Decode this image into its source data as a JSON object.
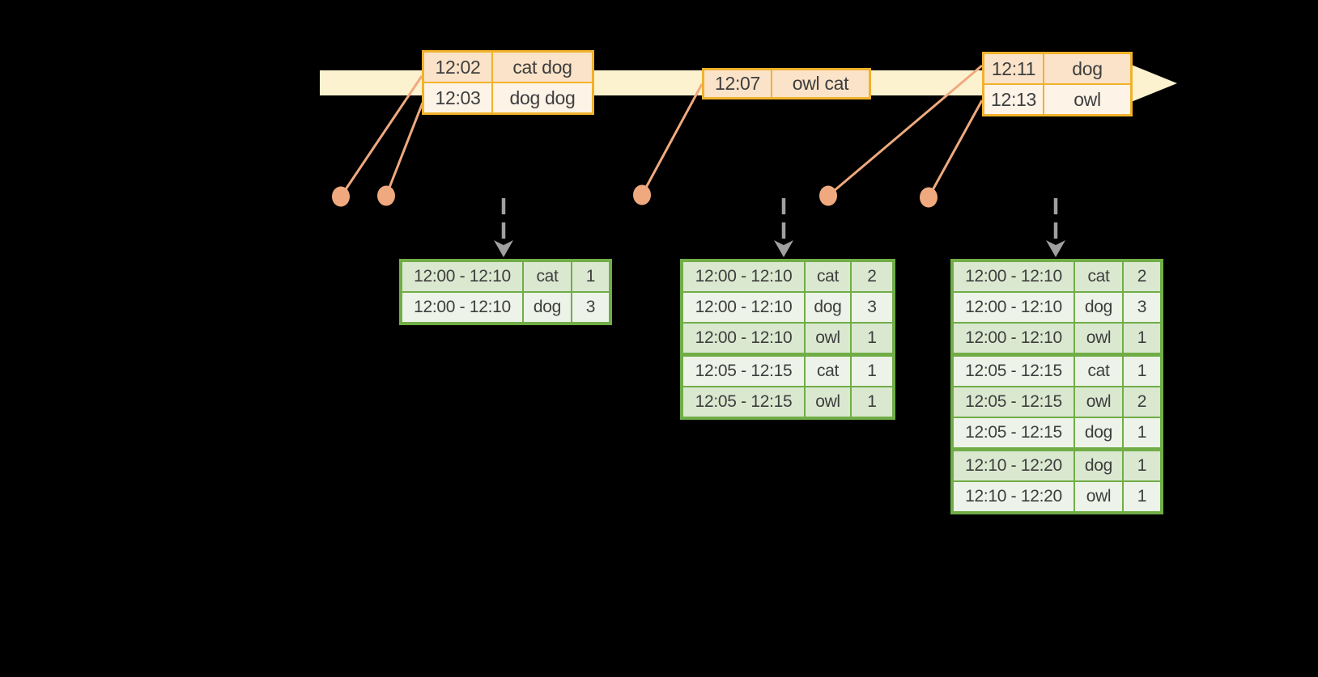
{
  "colors": {
    "background": "#000000",
    "timeline-fill": "#FCF2CF",
    "event-border": "#F1B22B",
    "event-row-dark": "#FAE3C8",
    "event-row-light": "#FDF3E7",
    "connector": "#F0A97E",
    "trigger-gray": "#A0A0A0",
    "result-border": "#70AD47",
    "result-row-dark": "#DAE8D0",
    "result-row-light": "#EDF3E8",
    "text": "#3E3E3E"
  },
  "events": [
    {
      "rows": [
        {
          "time": "12:02",
          "words": "cat dog"
        },
        {
          "time": "12:03",
          "words": "dog dog"
        }
      ]
    },
    {
      "rows": [
        {
          "time": "12:07",
          "words": "owl cat"
        }
      ]
    },
    {
      "rows": [
        {
          "time": "12:11",
          "words": "dog"
        },
        {
          "time": "12:13",
          "words": "owl"
        }
      ]
    }
  ],
  "results": [
    {
      "rows": [
        {
          "window": "12:00 - 12:10",
          "word": "cat",
          "count": "1"
        },
        {
          "window": "12:00 - 12:10",
          "word": "dog",
          "count": "3"
        }
      ]
    },
    {
      "rows": [
        {
          "window": "12:00 - 12:10",
          "word": "cat",
          "count": "2"
        },
        {
          "window": "12:00 - 12:10",
          "word": "dog",
          "count": "3"
        },
        {
          "window": "12:00 - 12:10",
          "word": "owl",
          "count": "1"
        },
        {
          "window": "12:05 - 12:15",
          "word": "cat",
          "count": "1"
        },
        {
          "window": "12:05 - 12:15",
          "word": "owl",
          "count": "1"
        }
      ]
    },
    {
      "rows": [
        {
          "window": "12:00 - 12:10",
          "word": "cat",
          "count": "2"
        },
        {
          "window": "12:00 - 12:10",
          "word": "dog",
          "count": "3"
        },
        {
          "window": "12:00 - 12:10",
          "word": "owl",
          "count": "1"
        },
        {
          "window": "12:05 - 12:15",
          "word": "cat",
          "count": "1"
        },
        {
          "window": "12:05 - 12:15",
          "word": "owl",
          "count": "2"
        },
        {
          "window": "12:05 - 12:15",
          "word": "dog",
          "count": "1"
        },
        {
          "window": "12:10 - 12:20",
          "word": "dog",
          "count": "1"
        },
        {
          "window": "12:10 - 12:20",
          "word": "owl",
          "count": "1"
        }
      ]
    }
  ]
}
